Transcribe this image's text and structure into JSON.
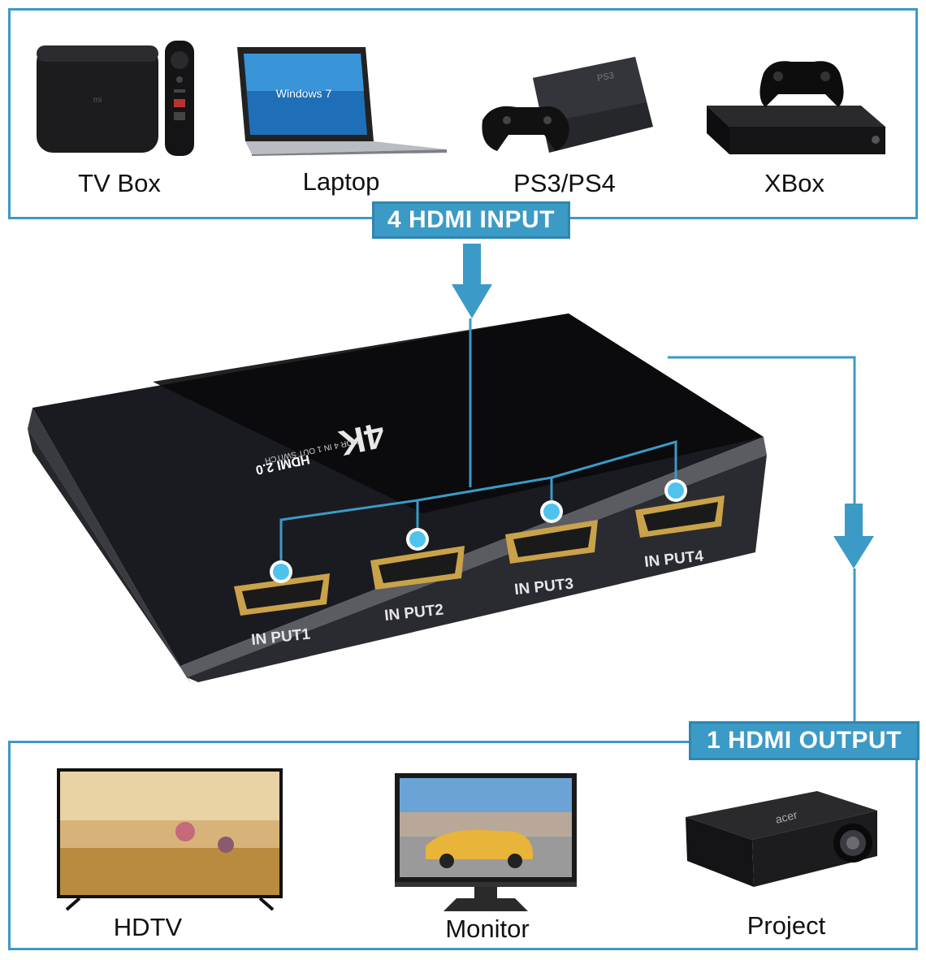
{
  "input_section": {
    "tag": "4 HDMI INPUT",
    "devices": [
      {
        "label": "TV Box",
        "icon": "tv-box-icon"
      },
      {
        "label": "Laptop",
        "icon": "laptop-icon"
      },
      {
        "label": "PS3/PS4",
        "icon": "ps3-console-icon"
      },
      {
        "label": "XBox",
        "icon": "xbox-console-icon"
      }
    ]
  },
  "switch": {
    "logo": "4K",
    "model_text": "HDR 4 IN 1 OUT SWITCH",
    "hdmi_text": "HDMI 2.0",
    "ports": [
      "IN PUT1",
      "IN PUT2",
      "IN PUT3",
      "IN PUT4"
    ]
  },
  "output_section": {
    "tag": "1 HDMI OUTPUT",
    "devices": [
      {
        "label": "HDTV",
        "icon": "hdtv-icon"
      },
      {
        "label": "Monitor",
        "icon": "monitor-icon"
      },
      {
        "label": "Project",
        "icon": "projector-icon"
      }
    ]
  },
  "colors": {
    "accent": "#3c9ac6",
    "connector_blue": "#4ec3ee",
    "device_body": "#1e1f24",
    "hdmi_gold": "#c9a24a"
  }
}
